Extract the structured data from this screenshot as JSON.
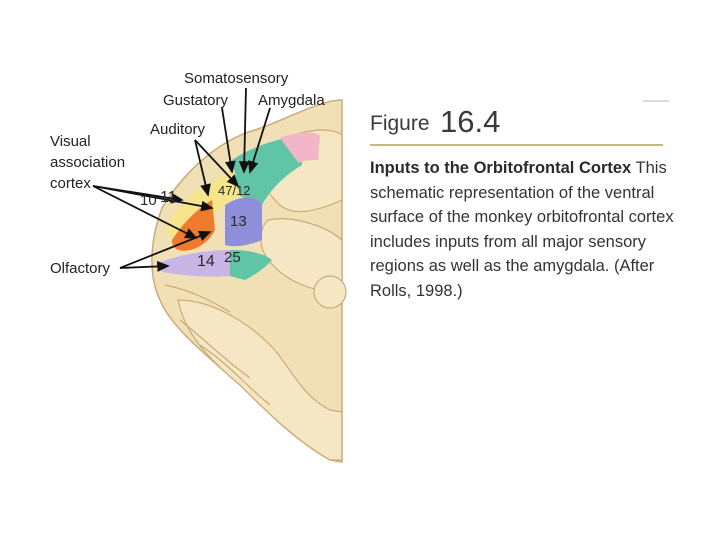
{
  "labels": {
    "somatosensory": "Somatosensory",
    "gustatory": "Gustatory",
    "amygdala": "Amygdala",
    "auditory": "Auditory",
    "visual_line1": "Visual",
    "visual_line2": "association",
    "visual_line3": "cortex",
    "olfactory": "Olfactory"
  },
  "areas": {
    "a10": "10",
    "a11": "11",
    "a47_12": "47/12",
    "a13": "13",
    "a14": "14",
    "a25": "25"
  },
  "figure": {
    "word": "Figure",
    "number": "16.4",
    "title": "Inputs to the Orbitofrontal Cortex",
    "description": "This schematic representation of the ventral surface of the monkey orbitofrontal cortex includes inputs from all major sensory regions as well as the amygdala. (After Rolls, 1998.)"
  },
  "colors": {
    "brain_fill": "#f1e0b5",
    "brain_outline": "#c9ab78",
    "area_orange": "#ef7a2c",
    "area_teal": "#5fc5a6",
    "area_purple": "#8e8fd8",
    "area_lavender": "#c8b5e6",
    "area_pink": "#f2b6c8",
    "area_yellow": "#f6e58a",
    "caption_rule": "#c8b97a"
  }
}
